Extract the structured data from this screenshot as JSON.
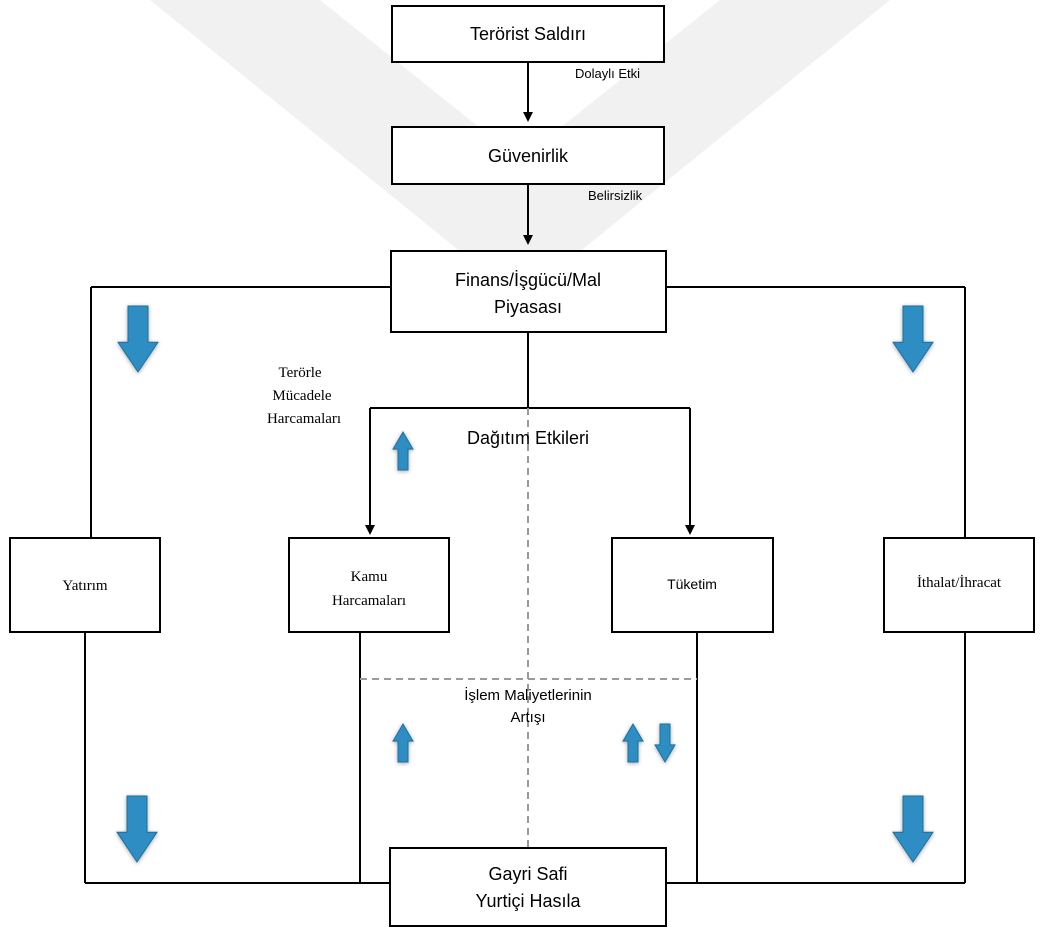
{
  "boxes": {
    "top": "Terörist Saldırı",
    "second": "Güvenirlik",
    "market_line1": "Finans/İşgücü/Mal",
    "market_line2": "Piyasası",
    "investment": "Yatırım",
    "public_line1": "Kamu",
    "public_line2": "Harcamaları",
    "consumption": "Tüketim",
    "trade": "İthalat/İhracat",
    "gdp_line1": "Gayri Safi",
    "gdp_line2": "Yurtiçi Hasıla"
  },
  "edge_labels": {
    "indirect": "Dolaylı Etki",
    "uncertainty": "Belirsizlik"
  },
  "annotations": {
    "counter_terror_line1": "Terörle",
    "counter_terror_line2": "Mücadele",
    "counter_terror_line3": "Harcamaları",
    "distribution": "Dağıtım Etkileri",
    "transaction_line1": "İşlem Maliyetlerinin",
    "transaction_line2": "Artışı"
  },
  "indicators": {
    "investment_top": "down",
    "trade_top": "down",
    "public_top": "up",
    "public_bottom": "up",
    "consumption_bottom": [
      "up",
      "down"
    ],
    "investment_bottom": "down",
    "trade_bottom": "down"
  },
  "colors": {
    "arrow_fill": "#2f8dc3",
    "arrow_edge": "#1f6f9e",
    "dashed": "#9a9a9a"
  }
}
